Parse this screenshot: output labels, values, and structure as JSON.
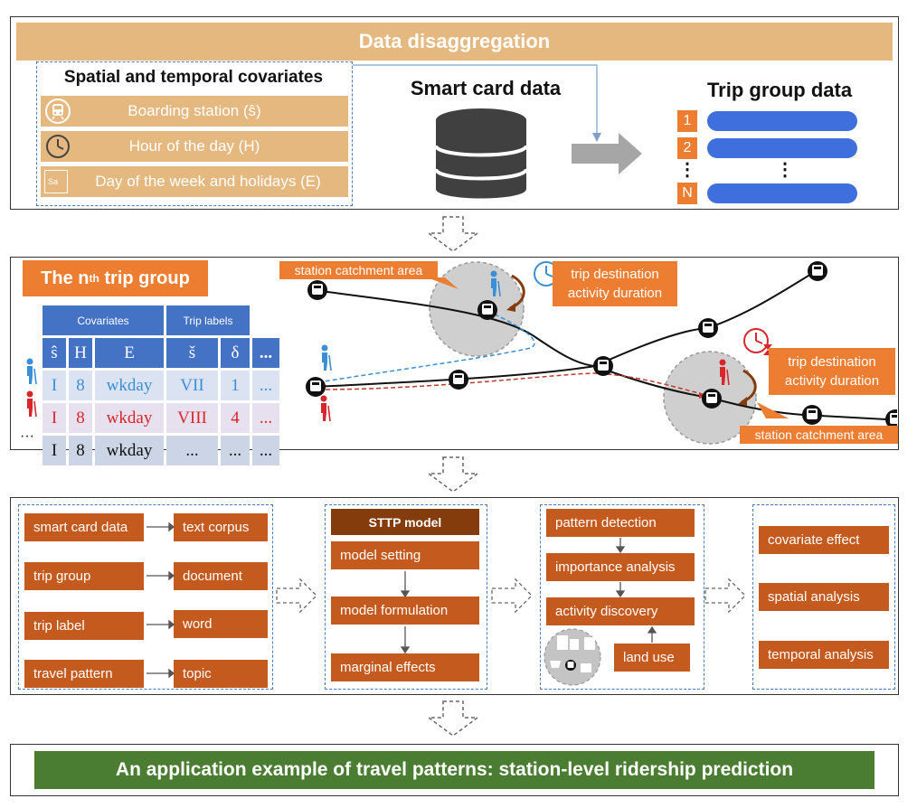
{
  "panel1": {
    "title": "Data disaggregation",
    "covariates_title": "Spatial and temporal covariates",
    "covariates": [
      "Boarding station (ŝ)",
      "Hour of the day (H)",
      "Day of the week and holidays  (E)"
    ],
    "calendar_icon_text": "Sa",
    "smart_card_title": "Smart card data",
    "trip_group_title": "Trip group data",
    "trip_group_numbers": [
      "1",
      "2",
      "⋮",
      "N"
    ],
    "trip_group_dots": "⋮"
  },
  "panel2": {
    "title_prefix": "The n",
    "title_sup": "th",
    "title_suffix": " trip group",
    "covariates_header": "Covariates",
    "trip_labels_header": "Trip labels",
    "col_headers": [
      "ŝ",
      "H",
      "E",
      "š",
      "δ",
      "..."
    ],
    "rows": [
      [
        "I",
        "8",
        "wkday",
        "VII",
        "1",
        "..."
      ],
      [
        "I",
        "8",
        "wkday",
        "VIII",
        "4",
        "..."
      ],
      [
        "I",
        "8",
        "wkday",
        "...",
        "...",
        "..."
      ]
    ],
    "row3_prefix": "···",
    "catchment_label_1": "station catchment area",
    "catchment_label_2": "station catchment area",
    "callout_1": [
      "trip destination",
      "activity duration"
    ],
    "callout_2": [
      "trip destination",
      "activity duration"
    ]
  },
  "panel3": {
    "mapping": [
      {
        "from": "smart card data",
        "to": "text corpus"
      },
      {
        "from": "trip group",
        "to": "document"
      },
      {
        "from": "trip label",
        "to": "word"
      },
      {
        "from": "travel pattern",
        "to": "topic"
      }
    ],
    "model_title": "STTP model",
    "model_steps": [
      "model setting",
      "model formulation",
      "marginal effects"
    ],
    "analysis_steps": [
      "pattern detection",
      "importance analysis",
      "activity discovery"
    ],
    "land_use": "land use",
    "results": [
      "covariate effect",
      "spatial analysis",
      "temporal analysis"
    ]
  },
  "panel4": {
    "banner": "An application example of travel patterns: station-level ridership prediction"
  },
  "colors": {
    "tan": "#e4b87f",
    "orange": "#ed7d31",
    "dark_orange": "#c55a1e",
    "brown": "#843c0c",
    "blue": "#4472c4",
    "pill_blue": "#3f6fdc",
    "green": "#4a7d32",
    "rider_blue": "#3a8fd6",
    "rider_red": "#d9262a"
  }
}
